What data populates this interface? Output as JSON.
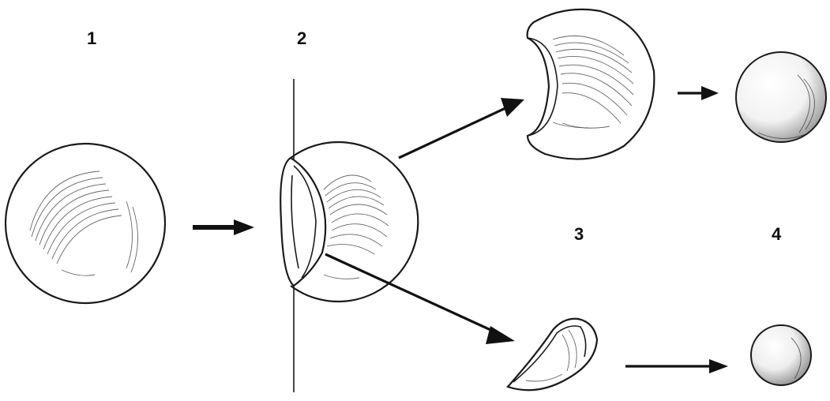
{
  "labels": {
    "step1": "1",
    "step2": "2",
    "step3": "3",
    "step4": "4"
  },
  "colors": {
    "ink": "#1a1a1a",
    "background": "#ffffff"
  }
}
